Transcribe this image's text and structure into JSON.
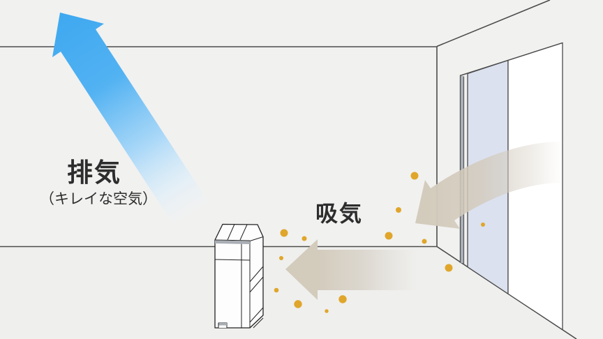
{
  "diagram": {
    "labels": {
      "exhaust": "排気",
      "exhaust_note": "（キレイな空気）",
      "intake": "吸気"
    },
    "colors": {
      "background": "#F1F1F0",
      "floor": "#EFEFED",
      "wall_line": "#4C4C4C",
      "exhaust_arrow_blue": "#3EA8F0",
      "intake_arrow_beige": "#D3CBBC",
      "particle_yellow": "#E0A62B",
      "door_glass_panel": "#DBE1EE",
      "door_white_panel": "#FFFFFF",
      "door_jamb_gray": "#ADB3BC",
      "purifier_body": "#FDFDFD",
      "purifier_trim_gray": "#A9AEB5",
      "outline_dark": "#222222",
      "text": "#2D2D2D"
    }
  }
}
